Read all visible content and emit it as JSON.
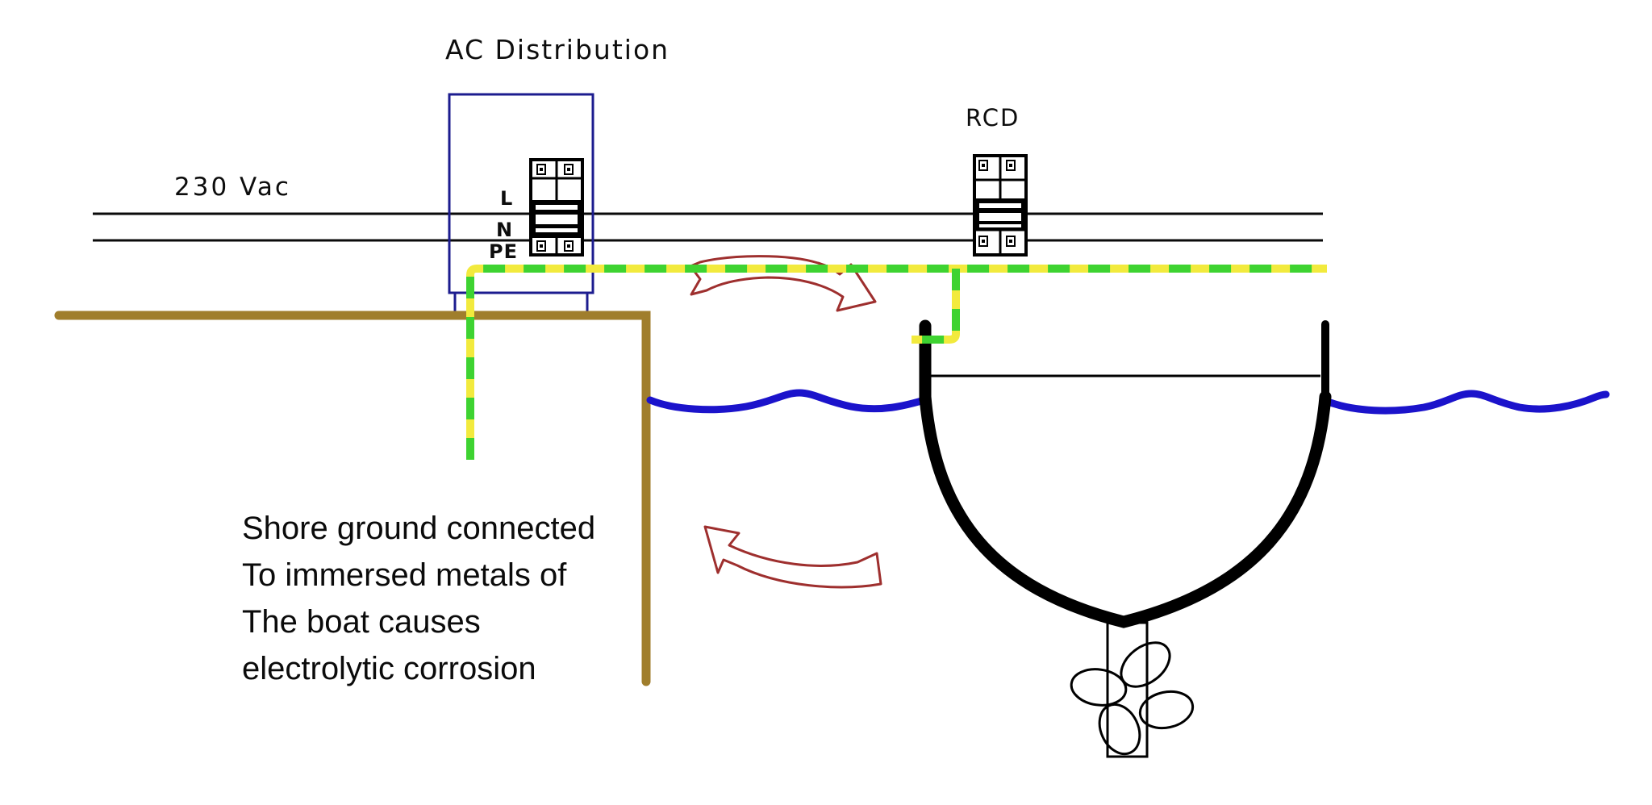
{
  "diagram_title": "AC Distribution",
  "labels": {
    "voltage": "230 Vac",
    "rcd": "RCD",
    "line_l": "L",
    "neutral_n": "N",
    "protective_earth": "PE"
  },
  "caption": {
    "lines": [
      "Shore ground connected",
      "To immersed metals of",
      "The boat causes",
      "electrolytic corrosion"
    ]
  },
  "colors": {
    "bus_black": "#0a0a0a",
    "panel_navy": "#1c1c8f",
    "pe_yellow": "#f2ea3d",
    "pe_green": "#3ed331",
    "shore_brown": "#a07e2c",
    "water_blue": "#1b13cb",
    "arrow_red": "#9e2f2e",
    "hull_black": "#000000"
  }
}
